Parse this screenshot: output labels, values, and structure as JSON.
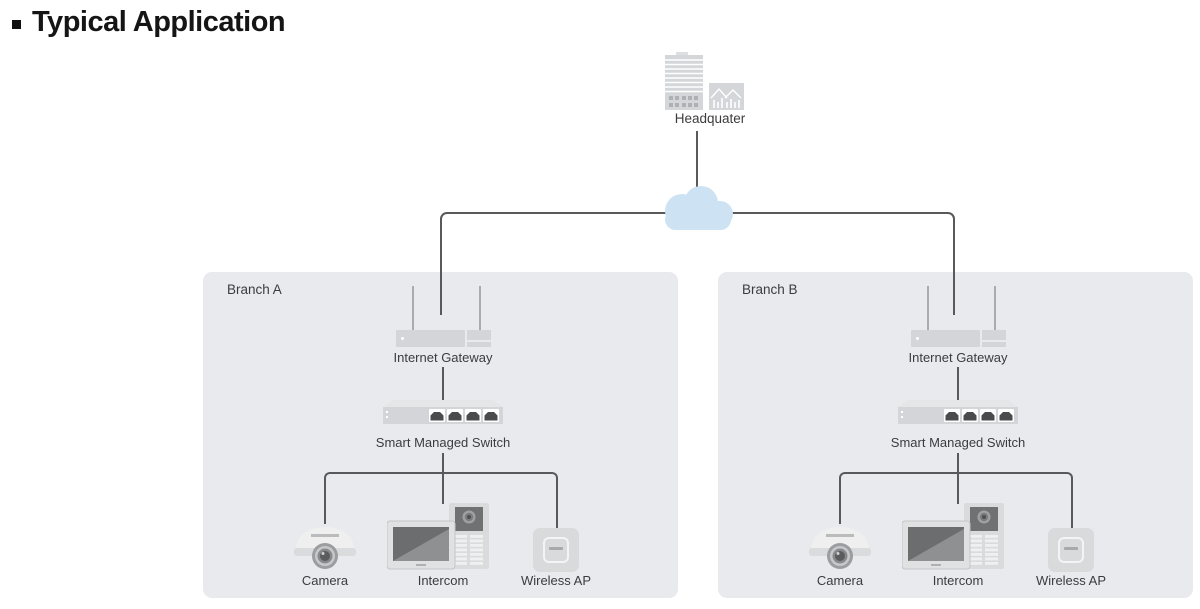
{
  "title": "Typical Application",
  "headquarter": {
    "label": "Headquater",
    "icon": "buildings-icon"
  },
  "cloud": {
    "icon": "cloud-icon",
    "color": "#cde2f2"
  },
  "style": {
    "line_color": "#58595b",
    "panel_color": "#e8eaee",
    "icon_gray": "#d3d5d8",
    "text_color": "#3c3c3e"
  },
  "branches": [
    {
      "label": "Branch A",
      "gateway": "Internet Gateway",
      "switch": "Smart Managed Switch",
      "devices": [
        "Camera",
        "Intercom",
        "Wireless AP"
      ]
    },
    {
      "label": "Branch B",
      "gateway": "Internet Gateway",
      "switch": "Smart Managed Switch",
      "devices": [
        "Camera",
        "Intercom",
        "Wireless AP"
      ]
    }
  ]
}
